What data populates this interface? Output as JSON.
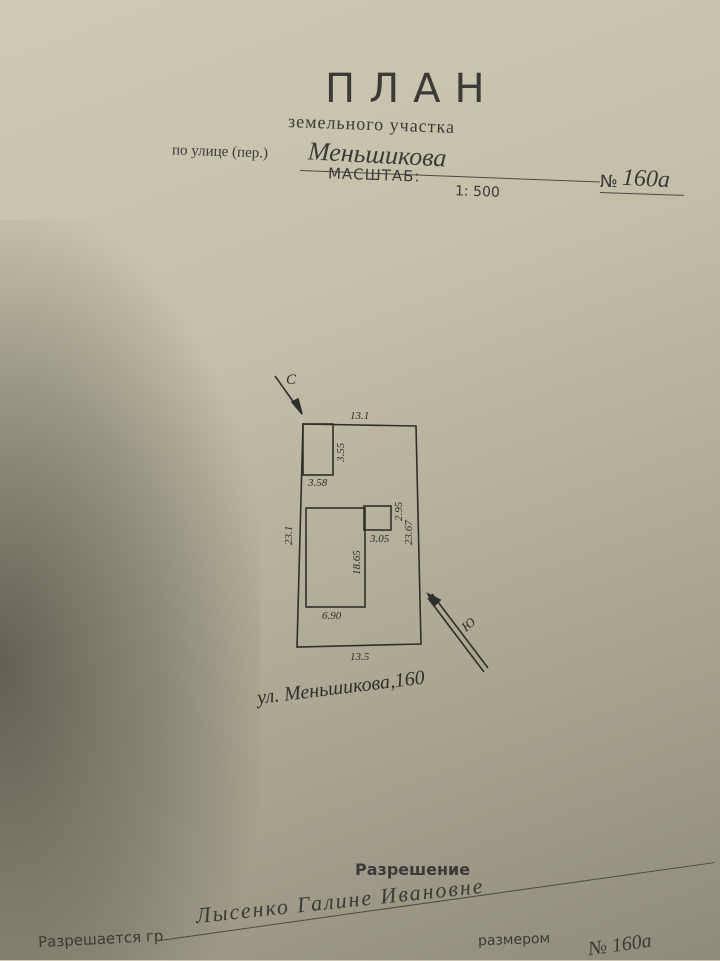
{
  "header": {
    "title": "ПЛАН",
    "subtitle": "земельного участка",
    "street_label": "по улице (пер.)",
    "street_value": "Меньшикова",
    "scale_label": "МАСШТАБ:",
    "scale_value": "1: 500",
    "number_sign": "№",
    "number_value": "160а"
  },
  "plan": {
    "north_label": "С",
    "south_label": "Ю",
    "street_caption": "ул. Меньшикова,160",
    "dimensions": {
      "top": "13.1",
      "bottom": "13.5",
      "left": "23.1",
      "right": "23.67",
      "shed_height": "3.55",
      "shed_width": "3.58",
      "house_height": "18.65",
      "house_width": "6.90",
      "annex_height": "2.95",
      "annex_width": "3.05"
    }
  },
  "permit": {
    "title": "Разрешение",
    "issued_to_label": "Разрешается гр",
    "issued_to_name": "Лысенко Галине Ивановне",
    "size_label": "размером",
    "number": "№ 160а"
  }
}
